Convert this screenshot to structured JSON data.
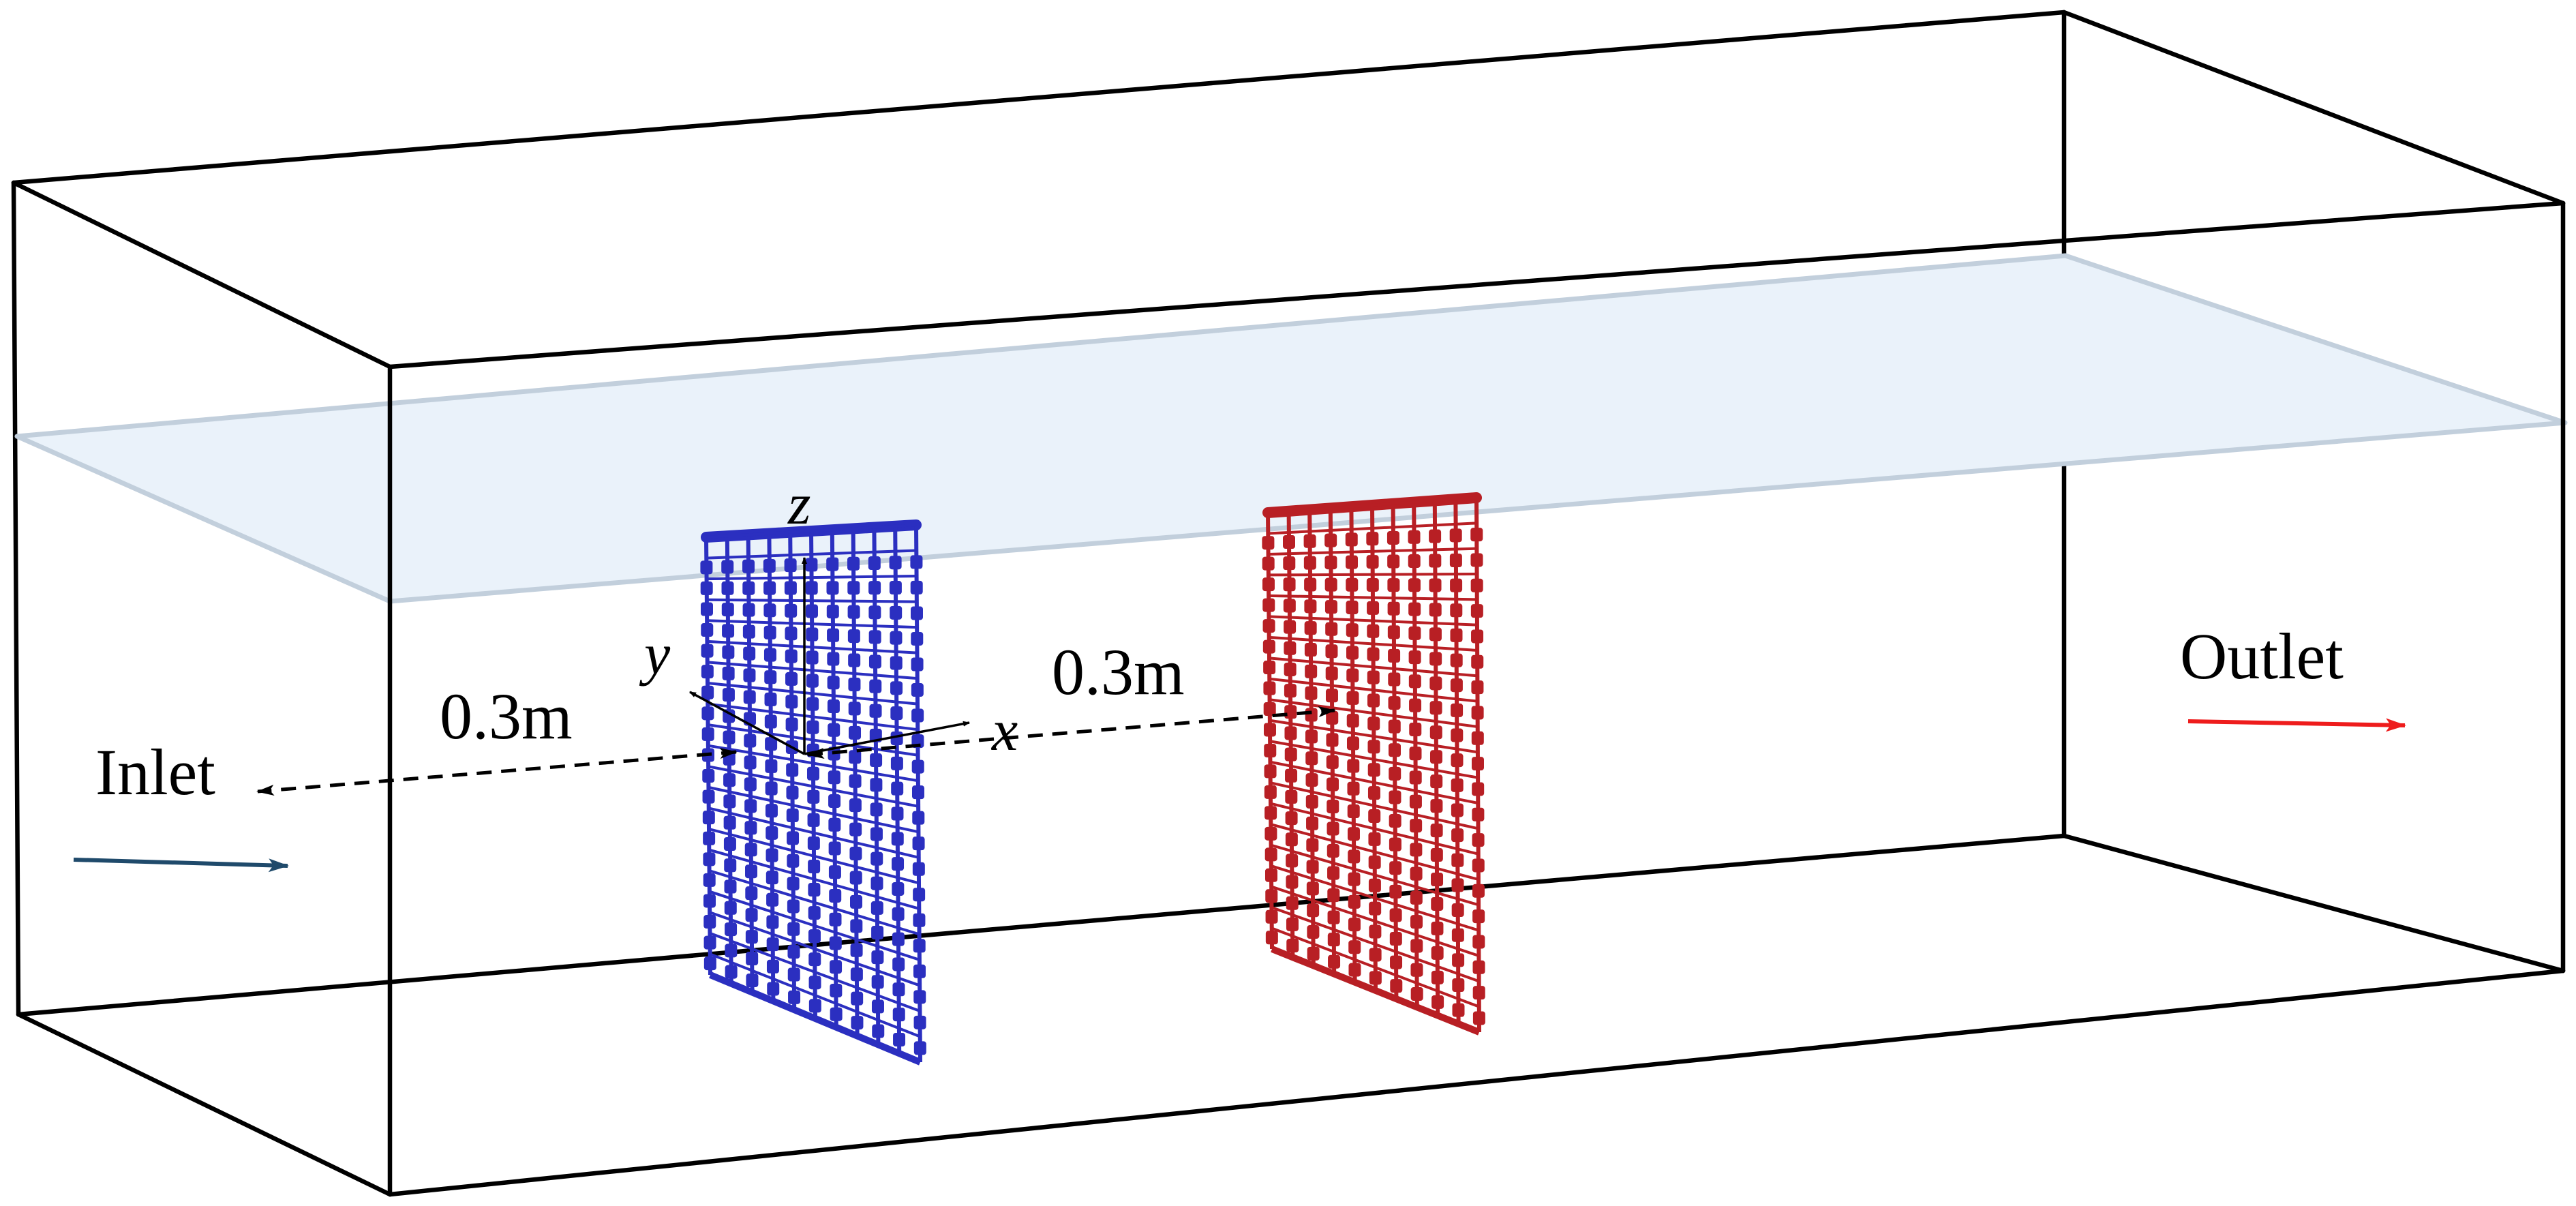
{
  "labels": {
    "inlet": "Inlet",
    "outlet": "Outlet",
    "distance_1": "0.3m",
    "distance_2": "0.3m",
    "axis_x": "x",
    "axis_y": "y",
    "axis_z": "z"
  },
  "colors": {
    "box_edges": "#000000",
    "water_surface_fill": "#eaf2fa",
    "water_surface_edge": "#c2cfdc",
    "upstream_net": "#2b2fc0",
    "downstream_net": "#b81f24",
    "inlet_arrow": "#1f4a6b",
    "outlet_arrow": "#ee1c1c"
  },
  "nets": {
    "columns": 11,
    "rows": 21
  }
}
